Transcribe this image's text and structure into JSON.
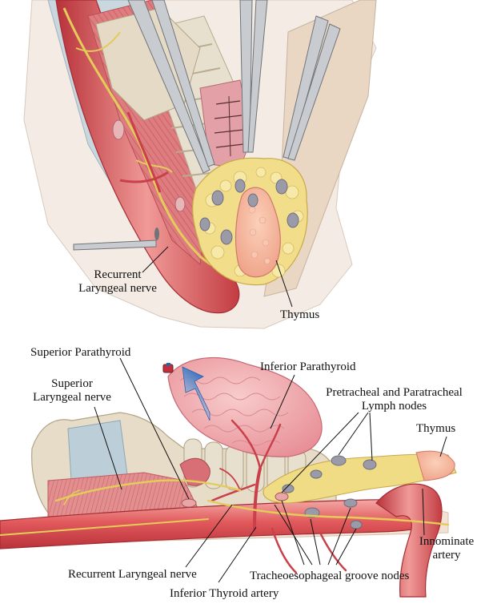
{
  "panel_top": {
    "labels": {
      "recurrent_line1": "Recurrent",
      "recurrent_line2": "Laryngeal nerve",
      "thymus": "Thymus"
    }
  },
  "panel_bottom": {
    "labels": {
      "superior_parathyroid": "Superior Parathyroid",
      "inferior_parathyroid": "Inferior Parathyroid",
      "superior_laryngeal_line1": "Superior",
      "superior_laryngeal_line2": "Laryngeal nerve",
      "pretracheal_line1": "Pretracheal and Paratracheal",
      "pretracheal_line2": "Lymph nodes",
      "thymus": "Thymus",
      "innominate_line1": "Innominate",
      "innominate_line2": "artery",
      "recurrent_laryngeal": "Recurrent Laryngeal nerve",
      "tracheoesophageal": "Tracheoesophageal groove nodes",
      "inferior_thyroid": "Inferior Thyroid artery"
    }
  },
  "colors": {
    "artery": "#d9474b",
    "artery_highlight": "#f2a3a0",
    "muscle": "#d9767a",
    "cartilage": "#e6dcc8",
    "trachea_blue": "#b9ccd6",
    "thymus_fat": "#f0dc84",
    "thymus_tissue": "#f5b9a0",
    "node": "#9a9aa6",
    "nerve": "#e8d77a",
    "thyroid": "#f1b2b4",
    "arrow": "#3d78c4"
  }
}
